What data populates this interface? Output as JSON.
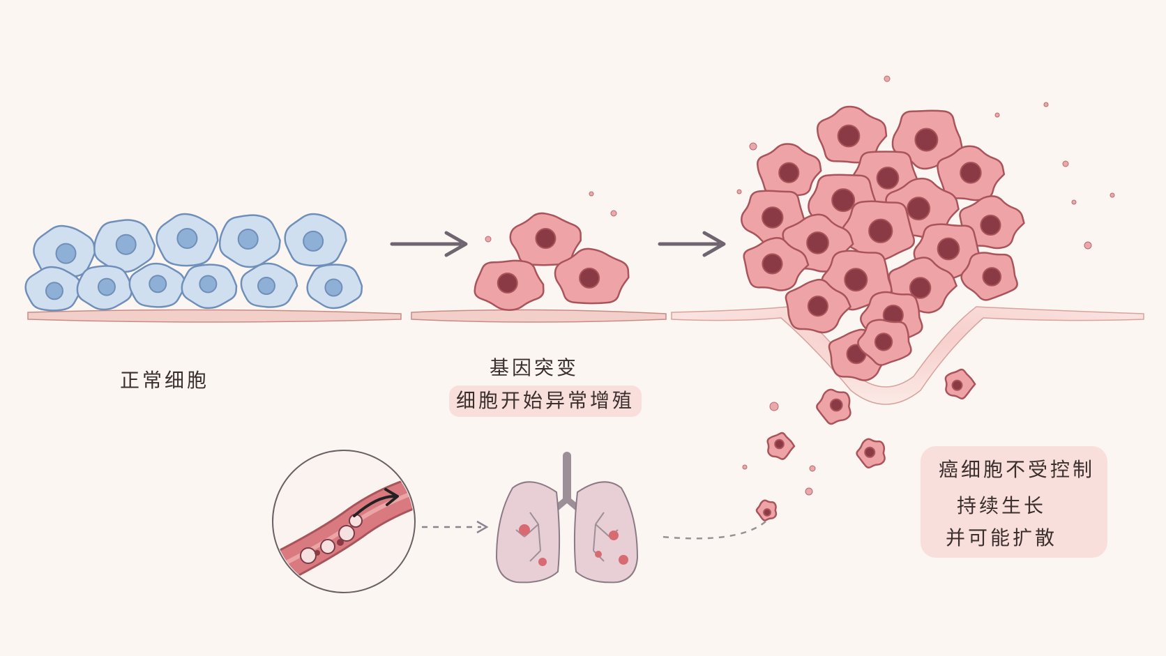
{
  "labels": {
    "normal": "正常细胞",
    "mutation_line1": "基因突变",
    "mutation_line2": "细胞开始异常增殖",
    "cancer_line1": "癌细胞不受控制",
    "cancer_line2": "持续生长",
    "cancer_line3": "并可能扩散"
  },
  "colors": {
    "background": "#fbf6f1",
    "normal_cell_fill": "#cfdff0",
    "normal_cell_stroke": "#6f8fb8",
    "cancer_cell_fill": "#eea3a6",
    "cancer_cell_stroke": "#a9545a",
    "nucleus_dark": "#8a3a44",
    "tissue": "#f2cfc9",
    "arrow": "#6f6570",
    "lung_fill": "#e8cfd6",
    "vessel": "#d97a80"
  },
  "icons": {
    "arrow_1": "arrow-right-icon",
    "arrow_2": "arrow-right-icon",
    "vessel": "blood-vessel-icon",
    "lungs": "lungs-icon"
  }
}
